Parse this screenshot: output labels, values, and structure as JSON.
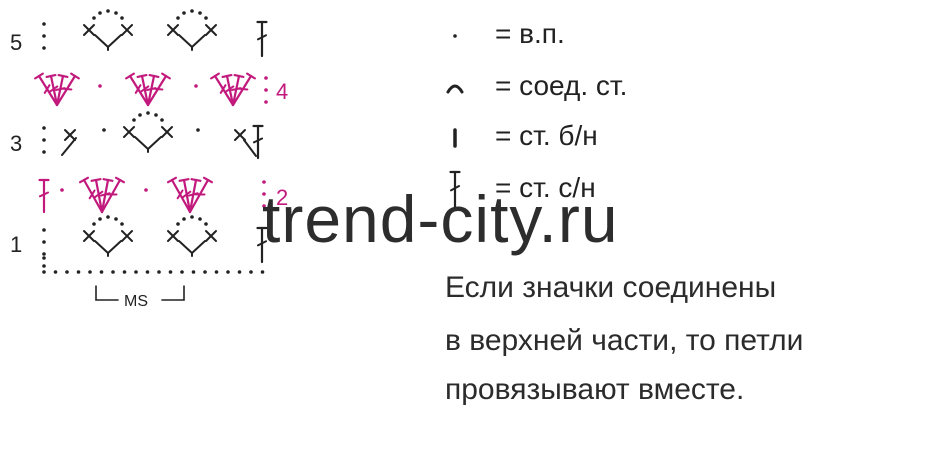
{
  "rows": {
    "r1": "1",
    "r2": "2",
    "r3": "3",
    "r4": "4",
    "r5": "5"
  },
  "repeat_label": "MS",
  "legend": [
    {
      "icon": "chain-stitch-icon",
      "text": "= в.п."
    },
    {
      "icon": "slip-stitch-icon",
      "text": "= соед. ст."
    },
    {
      "icon": "single-crochet-icon",
      "text": "= ст. б/н"
    },
    {
      "icon": "double-crochet-icon",
      "text": "= ст. с/н"
    }
  ],
  "note": [
    "Если значки соединены",
    "в верхней части, то петли",
    "провязывают вместе."
  ],
  "watermark": "trend-city.ru",
  "colors": {
    "ink": "#222222",
    "pink": "#c2197d",
    "background": "#ffffff"
  }
}
